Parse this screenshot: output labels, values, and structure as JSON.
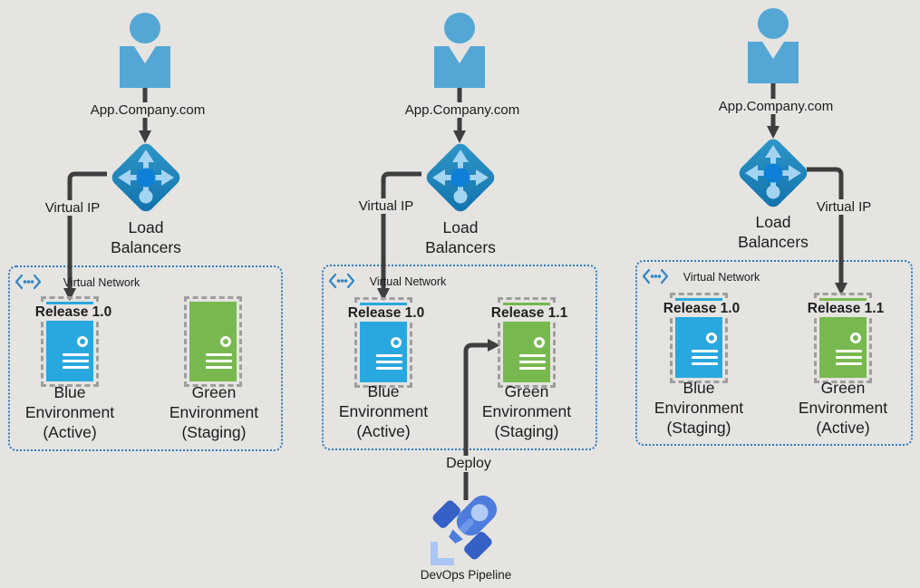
{
  "diagram_title": "Blue-Green deployment with load balancers (three stages)",
  "colors": {
    "canvas": "#e5e4e1",
    "user_icon": "#54a7d5",
    "server_blue": "#29a8df",
    "server_green": "#78b94f",
    "connector": "#3e3e3e",
    "vnet_border": "#2e7cc2",
    "vnet_icon": "#2e86c8",
    "dashed_outline": "#9e9e9e",
    "lb_gradient_light": "#3097c9",
    "lb_gradient_dark": "#1172ab",
    "lb_arrows": "#a3d4f2",
    "lb_center": "#0f80d8",
    "rocket_body": "#4e7cdd",
    "rocket_dark": "#3561c6",
    "rocket_light": "#a9c6f5"
  },
  "columns": [
    {
      "domain": "App.Company.com",
      "virtual_ip": "Virtual IP",
      "load_balancer": {
        "line1": "Load",
        "line2": "Balancers"
      },
      "virtual_network": "Virtual Network",
      "blue_server": {
        "release": "Release 1.0",
        "label_line1": "Blue",
        "label_line2": "Environment",
        "label_line3": "(Active)"
      },
      "green_server": {
        "label_line1": "Green",
        "label_line2": "Environment",
        "label_line3": "(Staging)"
      }
    },
    {
      "domain": "App.Company.com",
      "virtual_ip": "Virtual IP",
      "load_balancer": {
        "line1": "Load",
        "line2": "Balancers"
      },
      "virtual_network": "Virtual Network",
      "blue_server": {
        "release": "Release 1.0",
        "label_line1": "Blue",
        "label_line2": "Environment",
        "label_line3": "(Active)"
      },
      "green_server": {
        "release": "Release 1.1",
        "label_line1": "Green",
        "label_line2": "Environment",
        "label_line3": "(Staging)"
      },
      "deploy_label": "Deploy",
      "devops_label": "DevOps Pipeline"
    },
    {
      "domain": "App.Company.com",
      "virtual_ip": "Virtual IP",
      "load_balancer": {
        "line1": "Load",
        "line2": "Balancers"
      },
      "virtual_network": "Virtual Network",
      "blue_server": {
        "release": "Release 1.0",
        "label_line1": "Blue",
        "label_line2": "Environment",
        "label_line3": "(Staging)"
      },
      "green_server": {
        "release": "Release 1.1",
        "label_line1": "Green",
        "label_line2": "Environment",
        "label_line3": "(Active)"
      }
    }
  ]
}
